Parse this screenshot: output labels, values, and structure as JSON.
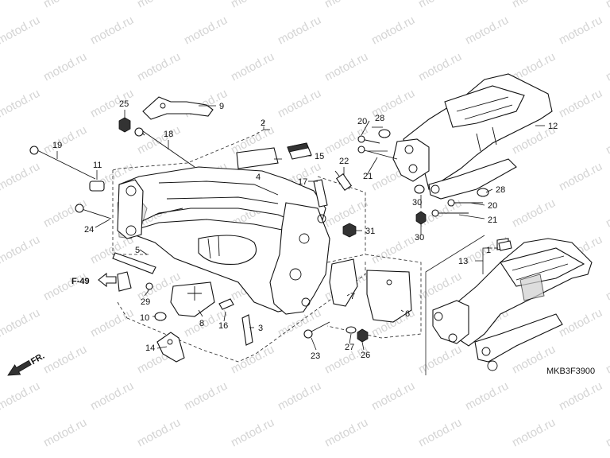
{
  "watermark": {
    "text": "motod.ru"
  },
  "diagram_code": "MKB3F3900",
  "reference_label": "F-49",
  "direction_label": "FR.",
  "callouts": [
    {
      "id": "c1",
      "label": "1"
    },
    {
      "id": "c2",
      "label": "2"
    },
    {
      "id": "c3",
      "label": "3"
    },
    {
      "id": "c4",
      "label": "4"
    },
    {
      "id": "c5",
      "label": "5"
    },
    {
      "id": "c6",
      "label": "6"
    },
    {
      "id": "c7",
      "label": "7"
    },
    {
      "id": "c8",
      "label": "8"
    },
    {
      "id": "c9",
      "label": "9"
    },
    {
      "id": "c10",
      "label": "10"
    },
    {
      "id": "c11",
      "label": "11"
    },
    {
      "id": "c12",
      "label": "12"
    },
    {
      "id": "c13",
      "label": "13"
    },
    {
      "id": "c14",
      "label": "14"
    },
    {
      "id": "c15",
      "label": "15"
    },
    {
      "id": "c16",
      "label": "16"
    },
    {
      "id": "c17",
      "label": "17"
    },
    {
      "id": "c18",
      "label": "18"
    },
    {
      "id": "c19",
      "label": "19"
    },
    {
      "id": "c20a",
      "label": "20"
    },
    {
      "id": "c20b",
      "label": "20"
    },
    {
      "id": "c21a",
      "label": "21"
    },
    {
      "id": "c21b",
      "label": "21"
    },
    {
      "id": "c22",
      "label": "22"
    },
    {
      "id": "c23",
      "label": "23"
    },
    {
      "id": "c24",
      "label": "24"
    },
    {
      "id": "c25",
      "label": "25"
    },
    {
      "id": "c26",
      "label": "26"
    },
    {
      "id": "c27",
      "label": "27"
    },
    {
      "id": "c28a",
      "label": "28"
    },
    {
      "id": "c28b",
      "label": "28"
    },
    {
      "id": "c29",
      "label": "29"
    },
    {
      "id": "c30a",
      "label": "30"
    },
    {
      "id": "c30b",
      "label": "30"
    },
    {
      "id": "c31",
      "label": "31"
    }
  ]
}
